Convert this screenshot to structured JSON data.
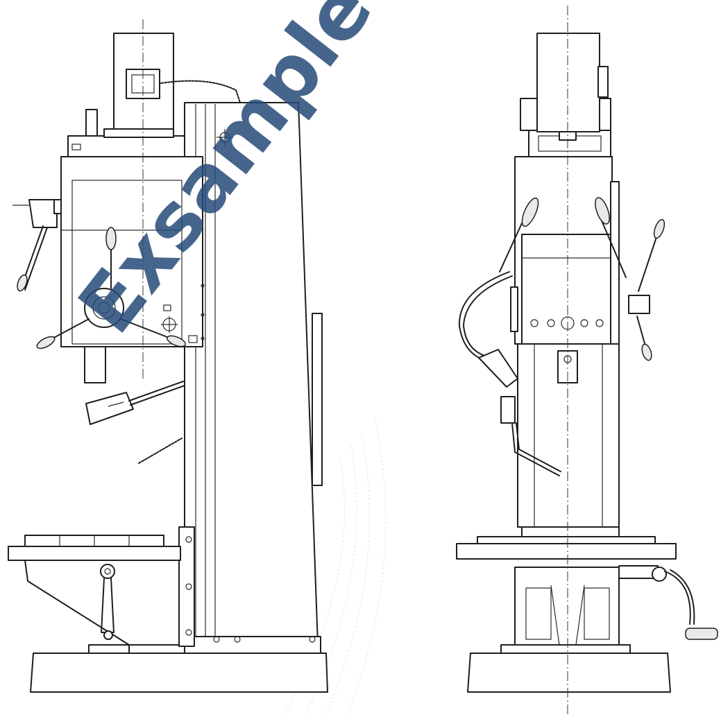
{
  "watermark": {
    "text": "Exsample manu",
    "color": "#264a78"
  },
  "colors": {
    "line": "#1e1e1e",
    "background": "#ffffff"
  },
  "views": {
    "side": "side-view",
    "front": "front-view"
  }
}
